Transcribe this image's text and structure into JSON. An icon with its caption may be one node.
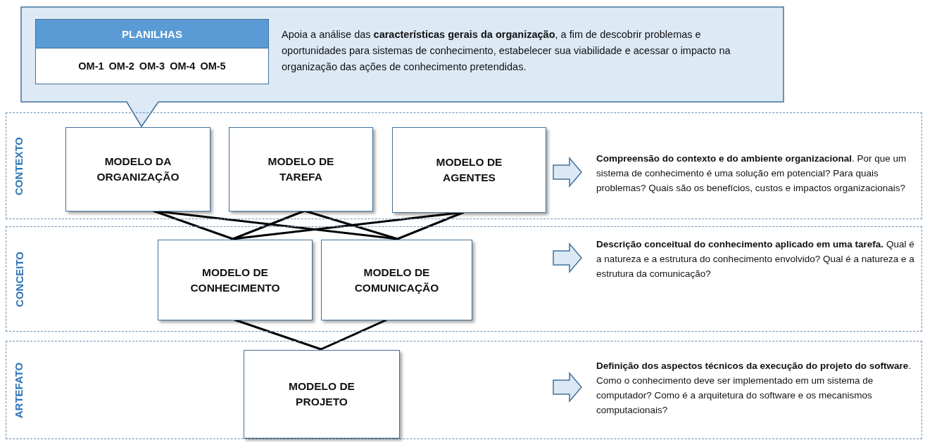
{
  "diagram": {
    "nodes": [
      {
        "text": [
          "Apoia a análise das **características gerais da organização**, a fim de descobrir problemas e oportunidades para sistemas de conhecimento, estabelecer sua viabilidade e acessar o impacto na organização das ações de conhecimento pretendidas."
        ]
      },
      {
        "text": [
          "PLANILHAS",
          "OM-1 OM-2 OM-3 OM-4 OM-5"
        ],
        "in": 0
      },
      {
        "text": [
          "CONTEXTO"
        ]
      },
      {
        "text": [
          "MODELO DA ORGANIZAÇÃO"
        ],
        "in": 2
      },
      {
        "text": [
          "MODELO DE TAREFA"
        ],
        "in": 2
      },
      {
        "text": [
          "MODELO DE AGENTES"
        ],
        "in": 2
      },
      {
        "text": [
          "**Compreensão do contexto e do ambiente organizacional**. Por que um sistema de conhecimento é uma solução em potencial? Para quais problemas? Quais são os benefícios, custos e impactos organizacionais?"
        ],
        "in": 2
      },
      {
        "text": [
          "CONCEITO"
        ]
      },
      {
        "text": [
          "MODELO DE CONHECIMENTO"
        ],
        "in": 7
      },
      {
        "text": [
          "MODELO DE COMUNICAÇÃO"
        ],
        "in": 7
      },
      {
        "text": [
          "**Descrição conceitual do conhecimento aplicado em uma tarefa.** Qual é a natureza e a estrutura do conhecimento envolvido? Qual é a natureza e a estrutura da comunicação?"
        ],
        "in": 7
      },
      {
        "text": [
          "ARTEFATO"
        ]
      },
      {
        "text": [
          "MODELO DE PROJETO"
        ],
        "in": 11
      },
      {
        "text": [
          "**Definição dos aspectos técnicos da execução do projeto do software**. Como o conhecimento deve ser implementado em um sistema de computador? Como é a arquitetura do software e os mecanismos computacionais?"
        ],
        "in": 11
      }
    ],
    "edges": [
      {
        "from": 3,
        "to": 8,
        "arrow": "none"
      },
      {
        "from": 3,
        "to": 9,
        "arrow": "none"
      },
      {
        "from": 4,
        "to": 8,
        "arrow": "none"
      },
      {
        "from": 4,
        "to": 9,
        "arrow": "none"
      },
      {
        "from": 5,
        "to": 8,
        "arrow": "none"
      },
      {
        "from": 5,
        "to": 9,
        "arrow": "none"
      },
      {
        "from": 8,
        "to": 12,
        "arrow": "none"
      },
      {
        "from": 9,
        "to": 12,
        "arrow": "none"
      },
      {
        "from": null,
        "to": 6,
        "arrow": "to",
        "style": "thick"
      },
      {
        "from": null,
        "to": 10,
        "arrow": "to",
        "style": "thick"
      },
      {
        "from": null,
        "to": 13,
        "arrow": "to",
        "style": "thick"
      }
    ]
  }
}
